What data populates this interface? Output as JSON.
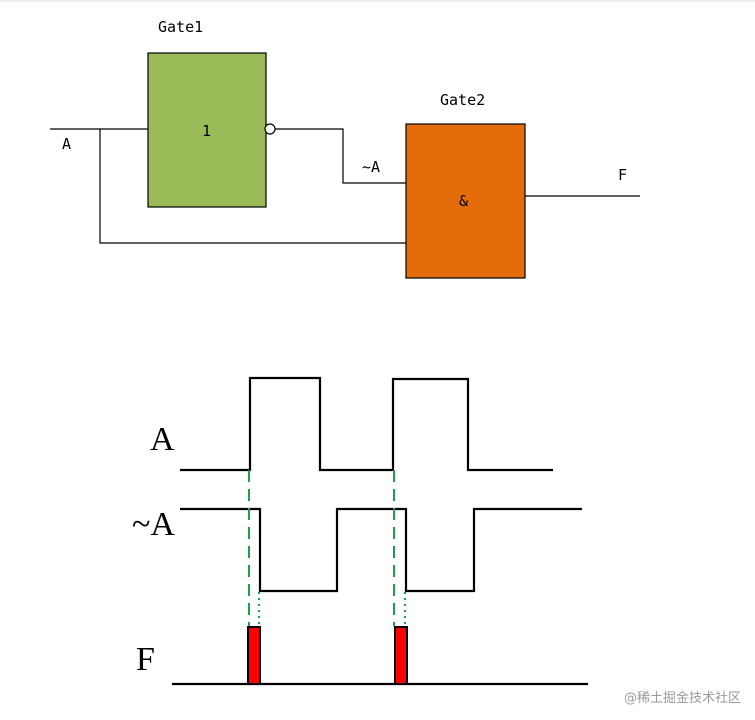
{
  "circuit": {
    "gate1_title": "Gate1",
    "gate1_symbol": "1",
    "gate2_title": "Gate2",
    "gate2_symbol": "&",
    "input_label": "A",
    "inverted_label": "~A",
    "output_label": "F",
    "colors": {
      "gate1_fill": "#9bbb59",
      "gate2_fill": "#e46c0a"
    }
  },
  "timing": {
    "signal_a_label": "A",
    "signal_not_a_label": "~A",
    "signal_f_label": "F",
    "colors": {
      "marker": "#1ea04b",
      "glitch": "#ff0000"
    }
  },
  "watermark": "@稀土掘金技术社区"
}
